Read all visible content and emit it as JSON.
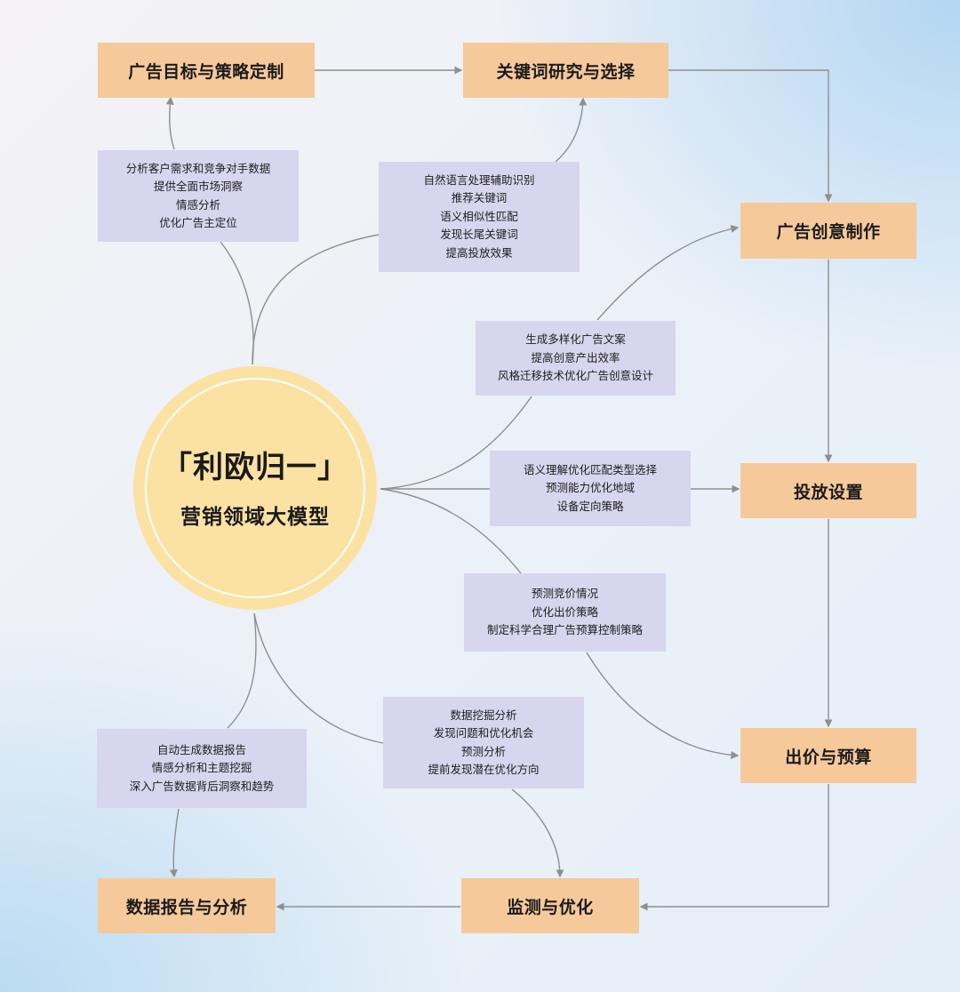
{
  "hub": {
    "title": "「利欧归一」",
    "subtitle": "营销领域大模型"
  },
  "steps": {
    "goal": "广告目标与策略定制",
    "keyword": "关键词研究与选择",
    "creative": "广告创意制作",
    "placement": "投放设置",
    "bidding": "出价与预算",
    "monitor": "监测与优化",
    "report": "数据报告与分析"
  },
  "notes": {
    "goal": [
      "分析客户需求和竞争对手数据",
      "提供全面市场洞察",
      "情感分析",
      "优化广告主定位"
    ],
    "keyword": [
      "自然语言处理辅助识别",
      "推荐关键词",
      "语义相似性匹配",
      "发现长尾关键词",
      "提高投放效果"
    ],
    "creative": [
      "生成多样化广告文案",
      "提高创意产出效率",
      "风格迁移技术优化广告创意设计"
    ],
    "placement": [
      "语义理解优化匹配类型选择",
      "预测能力优化地域",
      "设备定向策略"
    ],
    "bidding": [
      "预测竞价情况",
      "优化出价策略",
      "制定科学合理广告预算控制策略"
    ],
    "monitor": [
      "数据挖掘分析",
      "发现问题和优化机会",
      "预测分析",
      "提前发现潜在优化方向"
    ],
    "report": [
      "自动生成数据报告",
      "情感分析和主题挖掘",
      "深入广告数据背后洞察和趋势"
    ]
  },
  "colors": {
    "step_fill": "#f6c99b",
    "note_fill": "#d8d5ef",
    "hub_fill": "#fbe2a3",
    "line": "#8f8f8f"
  }
}
